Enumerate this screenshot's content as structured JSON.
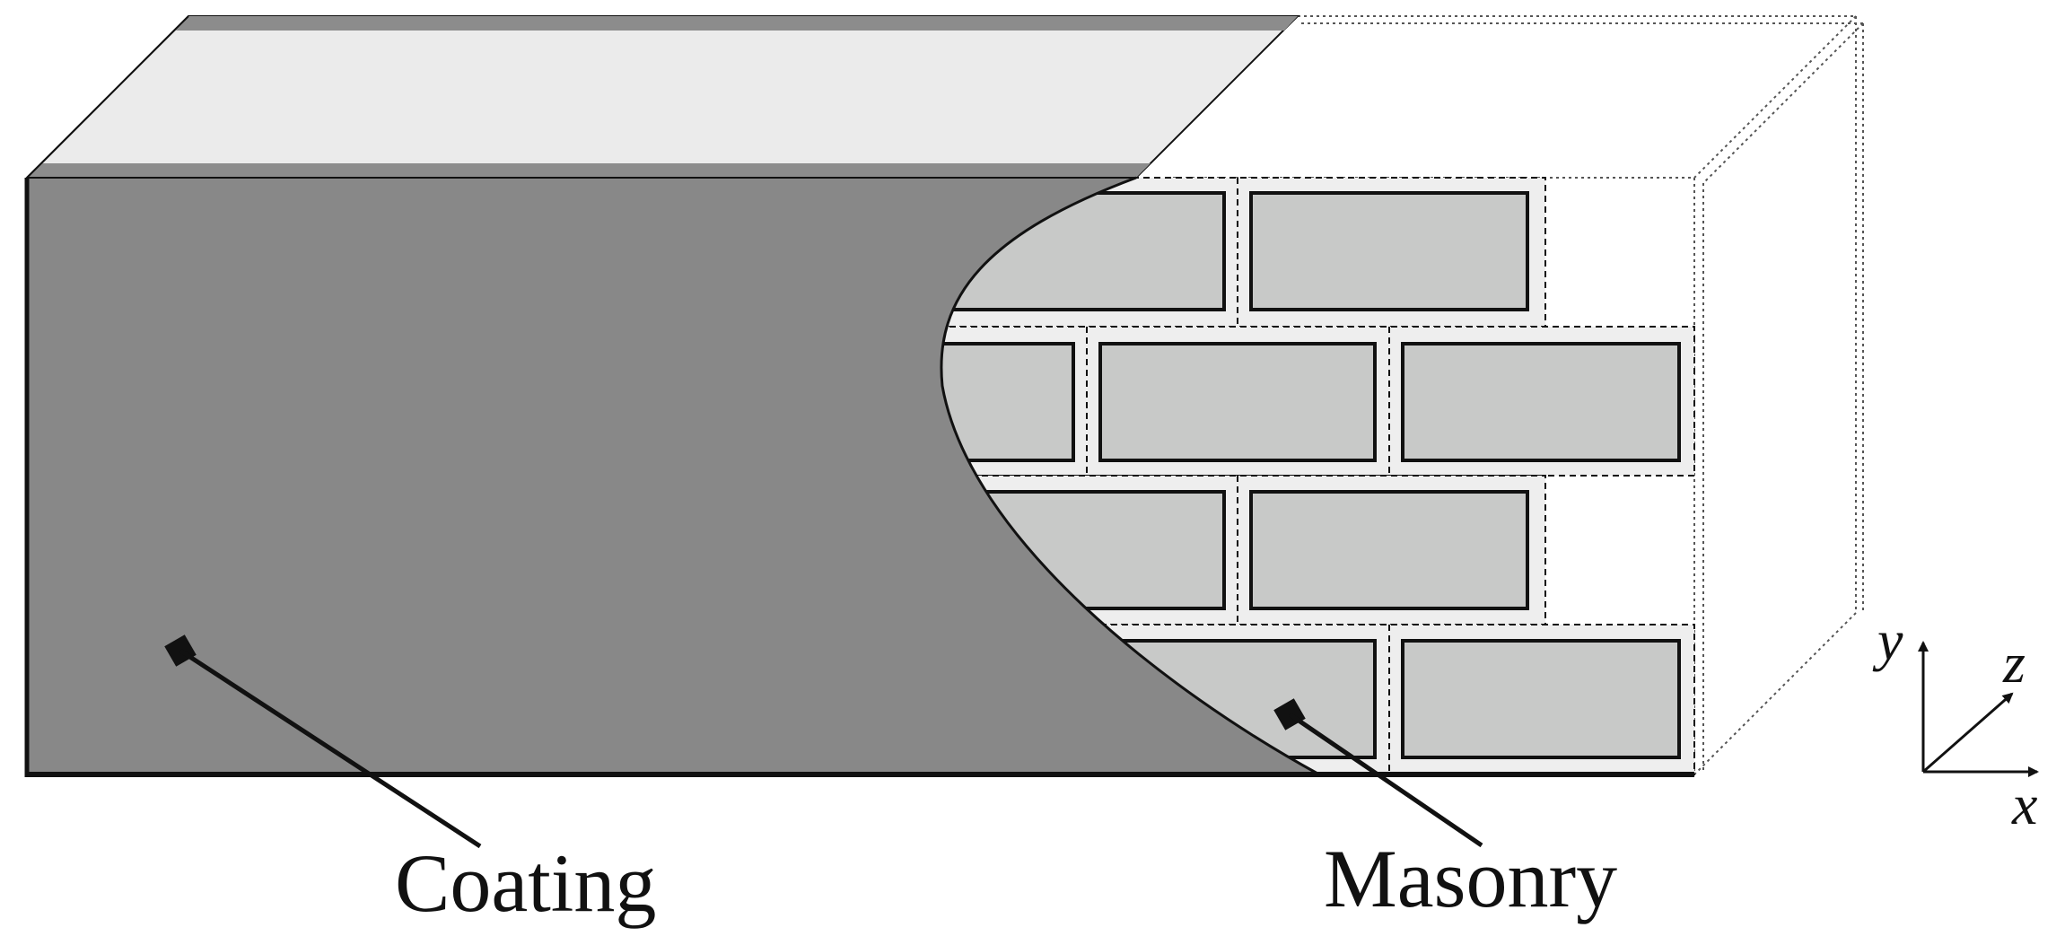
{
  "labels": {
    "coating": "Coating",
    "masonry": "Masonry"
  },
  "axes": {
    "x": "x",
    "y": "y",
    "z": "z"
  },
  "colors": {
    "coating_face": "#888888",
    "coating_top": "#ebebeb",
    "coating_top_edge": "#8c8c8c",
    "brick_fill": "#c8c9c8",
    "mortar_fill": "#eeeeee",
    "outline": "#111111"
  }
}
